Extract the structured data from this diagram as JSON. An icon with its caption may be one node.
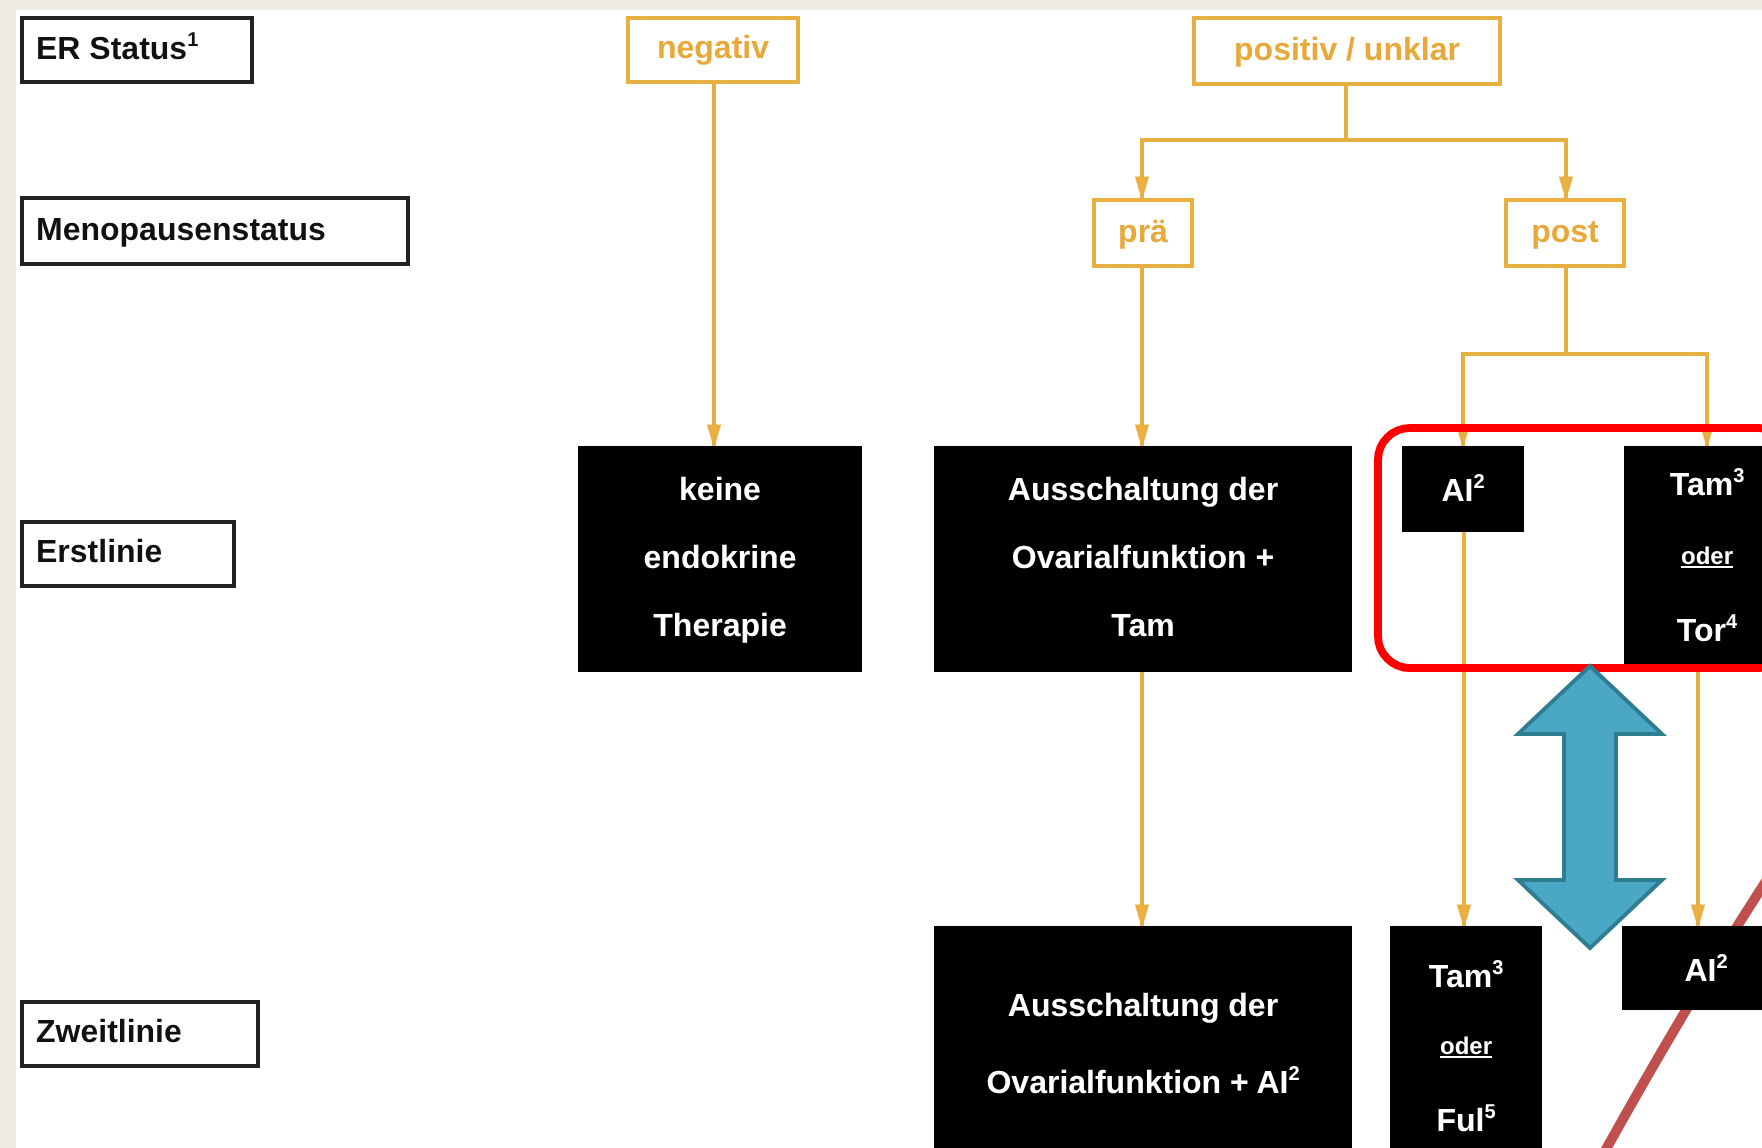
{
  "diagram": {
    "nodes": [
      {
        "text": [
          "ER Status$^{1}$"
        ]
      },
      {
        "text": [
          "Menopausenstatus"
        ]
      },
      {
        "text": [
          "Erstlinie"
        ]
      },
      {
        "text": [
          "Zweitlinie"
        ]
      },
      {
        "text": [
          "negativ"
        ]
      },
      {
        "text": [
          "positiv / unklar"
        ]
      },
      {
        "text": [
          "prä"
        ]
      },
      {
        "text": [
          "post"
        ]
      },
      {
        "text": [
          "keine endokrine Therapie"
        ]
      },
      {
        "text": [
          "Ausschaltung der Ovarialfunktion + Tam"
        ]
      },
      {
        "text": [],
        "shape": "box"
      },
      {
        "text": [
          "AI$^{2}$"
        ],
        "in": 10
      },
      {
        "text": [
          "Tam$^{3}$",
          "oder",
          "Tor$^{4}$"
        ],
        "in": 10
      },
      {
        "text": [
          "Ausschaltung der Ovarialfunktion + AI$^{2}$"
        ]
      },
      {
        "text": [
          "Tam$^{3}$",
          "oder",
          "Ful$^{5}$"
        ]
      },
      {
        "text": [
          "AI$^{2}$"
        ]
      }
    ],
    "edges": [
      {
        "from": 4,
        "to": 8,
        "arrow": "to"
      },
      {
        "from": 5,
        "to": 6,
        "arrow": "to"
      },
      {
        "from": 5,
        "to": 7,
        "arrow": "to"
      },
      {
        "from": 6,
        "to": 9,
        "arrow": "to"
      },
      {
        "from": 7,
        "to": 11,
        "arrow": "to"
      },
      {
        "from": 7,
        "to": 12,
        "arrow": "to"
      },
      {
        "from": 9,
        "to": 13,
        "arrow": "to"
      },
      {
        "from": 11,
        "to": 14,
        "arrow": "to"
      },
      {
        "from": 12,
        "to": 15,
        "arrow": "to"
      },
      {
        "from": 10,
        "to": null,
        "arrow": "both",
        "style": "thick",
        "color": "#4aa8c4"
      }
    ]
  }
}
